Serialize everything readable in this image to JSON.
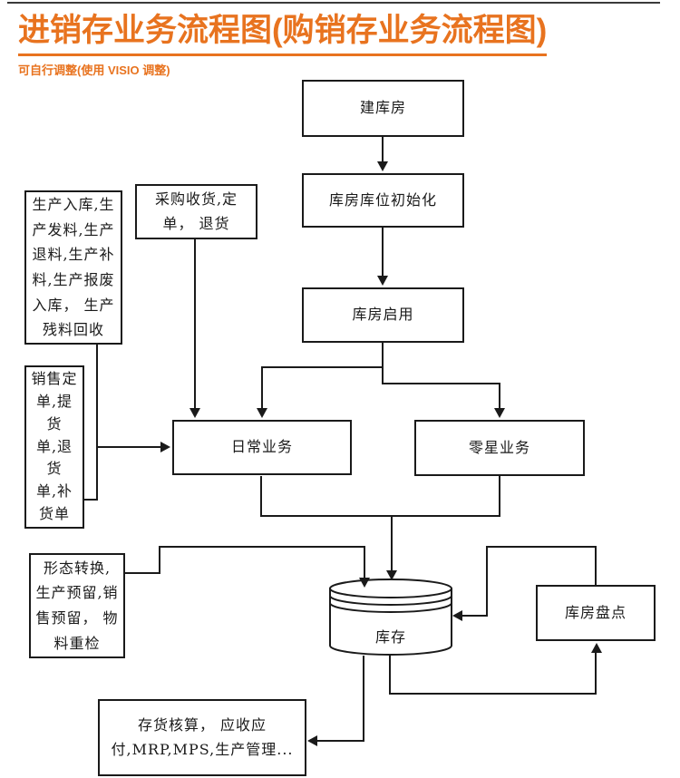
{
  "colors": {
    "accent": "#E8731F",
    "line": "#1a1a1a"
  },
  "header": {
    "title": "进销存业务流程图(购销存业务流程图)",
    "subtitle": "可自行调整(使用 VISIO 调整)"
  },
  "flowchart": {
    "nodes": {
      "build_warehouse": "建库房",
      "location_init": "库房库位初始化",
      "warehouse_enable": "库房启用",
      "purchase_receipts": "采购收货,定\n单， 退货",
      "production_moves": "生产入库,生\n产发料,生产\n退料,生产补\n料,生产报废\n入库， 生产\n残料回收",
      "sales_orders": "销售定\n单,提\n货\n单,退\n货\n单,补\n货单",
      "daily_business": "日常业务",
      "misc_business": "零星业务",
      "form_transform": "形态转换,\n生产预留,销\n售预留， 物\n料重检",
      "inventory": "库存",
      "stocktaking": "库房盘点",
      "accounting": "存货核算， 应收应\n付,MRP,MPS,生产管理..."
    }
  }
}
